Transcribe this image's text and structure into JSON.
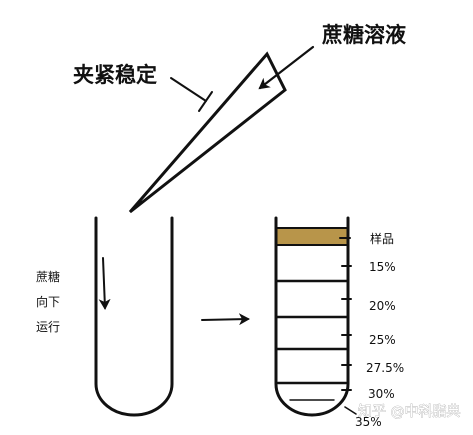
{
  "labels": {
    "sucrose_solution": "蔗糖溶液",
    "clamp_stable": "夹紧稳定",
    "sucrose_moves_down": [
      "蔗糖",
      "向下",
      "运行"
    ]
  },
  "gradient_layers": [
    {
      "label": "样品",
      "color": "#b8954a"
    },
    {
      "label": "15%"
    },
    {
      "label": "20%"
    },
    {
      "label": "25%"
    },
    {
      "label": "27.5%"
    },
    {
      "label": "30%"
    },
    {
      "label": "35%"
    }
  ],
  "watermark": {
    "text": "知乎 @中科脂典"
  }
}
